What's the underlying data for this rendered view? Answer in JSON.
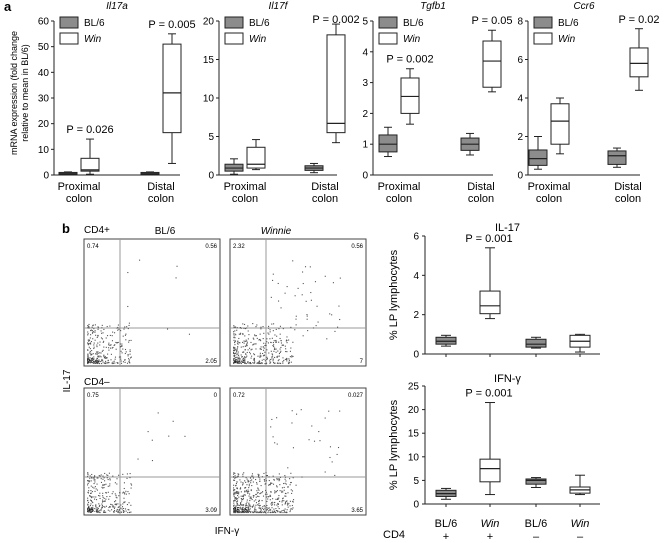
{
  "panel_a": {
    "letter": "a",
    "ylabel_lines": [
      "mRNA expression (fold change",
      "relative to mean in BL/6)"
    ],
    "legend": {
      "bl6": "BL/6",
      "win": "Win"
    },
    "x_groups": [
      [
        "Proximal",
        "colon"
      ],
      [
        "Distal",
        "colon"
      ]
    ]
  },
  "panel_b": {
    "letter": "b",
    "flow": {
      "col_titles": [
        "BL/6",
        "Winnie"
      ],
      "row_titles": [
        "CD4+",
        "CD4–"
      ],
      "y_axis": "IL-17",
      "x_axis": "IFN-γ",
      "quadrants": [
        [
          "0.74",
          "0.56",
          "96.6",
          "2.05"
        ],
        [
          "2.32",
          "0.56",
          "90.1",
          "7"
        ],
        [
          "0.75",
          "0",
          "96.2",
          "3.09"
        ],
        [
          "0.72",
          "0.027",
          "95.65",
          "3.65"
        ]
      ]
    },
    "bottom_labels": {
      "cd4_title": "CD4",
      "groups": [
        "BL/6",
        "Win",
        "BL/6",
        "Win"
      ],
      "cd4": [
        "+",
        "+",
        "–",
        "–"
      ]
    }
  },
  "chart_data": [
    {
      "type": "box",
      "title": "Il17a",
      "ylabel": "mRNA expression (fold change relative to mean in BL/6)",
      "categories": [
        "Proximal colon",
        "Distal colon"
      ],
      "ylim": [
        0,
        60
      ],
      "yticks": [
        0,
        10,
        20,
        30,
        40,
        50,
        60
      ],
      "series": [
        {
          "name": "BL/6",
          "boxes": [
            {
              "min": 0,
              "q1": 0.2,
              "median": 0.5,
              "q3": 1,
              "max": 1.2
            },
            {
              "min": 0,
              "q1": 0.2,
              "median": 0.5,
              "q3": 1,
              "max": 1.2
            }
          ]
        },
        {
          "name": "Win",
          "boxes": [
            {
              "min": 0.3,
              "q1": 1.5,
              "median": 2,
              "q3": 6.5,
              "max": 14
            },
            {
              "min": 4.5,
              "q1": 16.5,
              "median": 32,
              "q3": 51,
              "max": 55
            }
          ]
        }
      ],
      "annotations": [
        "P = 0.026",
        "P = 0.005"
      ]
    },
    {
      "type": "box",
      "title": "Il17f",
      "categories": [
        "Proximal colon",
        "Distal colon"
      ],
      "ylim": [
        0,
        20
      ],
      "yticks": [
        0,
        5,
        10,
        15,
        20
      ],
      "series": [
        {
          "name": "BL/6",
          "boxes": [
            {
              "min": 0.1,
              "q1": 0.5,
              "median": 0.9,
              "q3": 1.4,
              "max": 2.1
            },
            {
              "min": 0.3,
              "q1": 0.6,
              "median": 0.9,
              "q3": 1.2,
              "max": 1.5
            }
          ]
        },
        {
          "name": "Win",
          "boxes": [
            {
              "min": 0.7,
              "q1": 0.9,
              "median": 1.4,
              "q3": 3.6,
              "max": 4.6
            },
            {
              "min": 4.2,
              "q1": 5.5,
              "median": 6.7,
              "q3": 18.2,
              "max": 19.6
            }
          ]
        }
      ],
      "annotations": [
        "P = 0.002"
      ]
    },
    {
      "type": "box",
      "title": "Tgfb1",
      "categories": [
        "Proximal colon",
        "Distal colon"
      ],
      "ylim": [
        0,
        5
      ],
      "yticks": [
        0,
        1,
        2,
        3,
        4,
        5
      ],
      "series": [
        {
          "name": "BL/6",
          "boxes": [
            {
              "min": 0.6,
              "q1": 0.75,
              "median": 1,
              "q3": 1.3,
              "max": 1.55
            },
            {
              "min": 0.65,
              "q1": 0.8,
              "median": 1,
              "q3": 1.2,
              "max": 1.35
            }
          ]
        },
        {
          "name": "Win",
          "boxes": [
            {
              "min": 1.65,
              "q1": 2,
              "median": 2.55,
              "q3": 3.15,
              "max": 3.45
            },
            {
              "min": 2.7,
              "q1": 2.85,
              "median": 3.7,
              "q3": 4.35,
              "max": 4.7
            }
          ]
        }
      ],
      "annotations": [
        "P = 0.002",
        "P = 0.05"
      ]
    },
    {
      "type": "box",
      "title": "Ccr6",
      "categories": [
        "Proximal colon",
        "Distal colon"
      ],
      "ylim": [
        0,
        8
      ],
      "yticks": [
        0,
        2,
        4,
        6,
        8
      ],
      "series": [
        {
          "name": "BL/6",
          "boxes": [
            {
              "min": 0.3,
              "q1": 0.5,
              "median": 0.85,
              "q3": 1.3,
              "max": 2
            },
            {
              "min": 0.4,
              "q1": 0.55,
              "median": 1,
              "q3": 1.25,
              "max": 1.4
            }
          ]
        },
        {
          "name": "Win",
          "boxes": [
            {
              "min": 1.1,
              "q1": 1.6,
              "median": 2.8,
              "q3": 3.7,
              "max": 4
            },
            {
              "min": 4.4,
              "q1": 5.1,
              "median": 5.8,
              "q3": 6.6,
              "max": 7.6
            }
          ]
        }
      ],
      "annotations": [
        "P = 0.02"
      ]
    },
    {
      "type": "box",
      "title": "IL-17",
      "ylabel": "% LP lymphocytes",
      "categories": [
        "BL/6 CD4+",
        "Win CD4+",
        "BL/6 CD4–",
        "Win CD4–"
      ],
      "ylim": [
        0,
        6
      ],
      "yticks": [
        0,
        2,
        4,
        6
      ],
      "boxes": [
        {
          "fill": "#8c8c8c",
          "min": 0.4,
          "q1": 0.5,
          "median": 0.65,
          "q3": 0.85,
          "max": 0.95
        },
        {
          "fill": "#ffffff",
          "min": 1.8,
          "q1": 2.05,
          "median": 2.45,
          "q3": 3.2,
          "max": 5.4
        },
        {
          "fill": "#8c8c8c",
          "min": 0.3,
          "q1": 0.35,
          "median": 0.5,
          "q3": 0.75,
          "max": 0.85
        },
        {
          "fill": "#ffffff",
          "min": 0.1,
          "q1": 0.35,
          "median": 0.65,
          "q3": 0.95,
          "max": 1.0
        }
      ],
      "annotations": [
        "P = 0.001"
      ]
    },
    {
      "type": "box",
      "title": "IFN-γ",
      "ylabel": "% LP lymphocytes",
      "categories": [
        "BL/6 CD4+",
        "Win CD4+",
        "BL/6 CD4–",
        "Win CD4–"
      ],
      "ylim": [
        0,
        25
      ],
      "yticks": [
        0,
        5,
        10,
        15,
        20,
        25
      ],
      "boxes": [
        {
          "fill": "#8c8c8c",
          "min": 1,
          "q1": 1.6,
          "median": 2.2,
          "q3": 2.9,
          "max": 3.3
        },
        {
          "fill": "#ffffff",
          "min": 2,
          "q1": 4.7,
          "median": 7.5,
          "q3": 9.5,
          "max": 21.5
        },
        {
          "fill": "#8c8c8c",
          "min": 3.5,
          "q1": 4.2,
          "median": 5,
          "q3": 5.3,
          "max": 5.6
        },
        {
          "fill": "#ffffff",
          "min": 2,
          "q1": 2.3,
          "median": 3,
          "q3": 3.6,
          "max": 6.1
        }
      ],
      "annotations": [
        "P = 0.001"
      ]
    }
  ]
}
